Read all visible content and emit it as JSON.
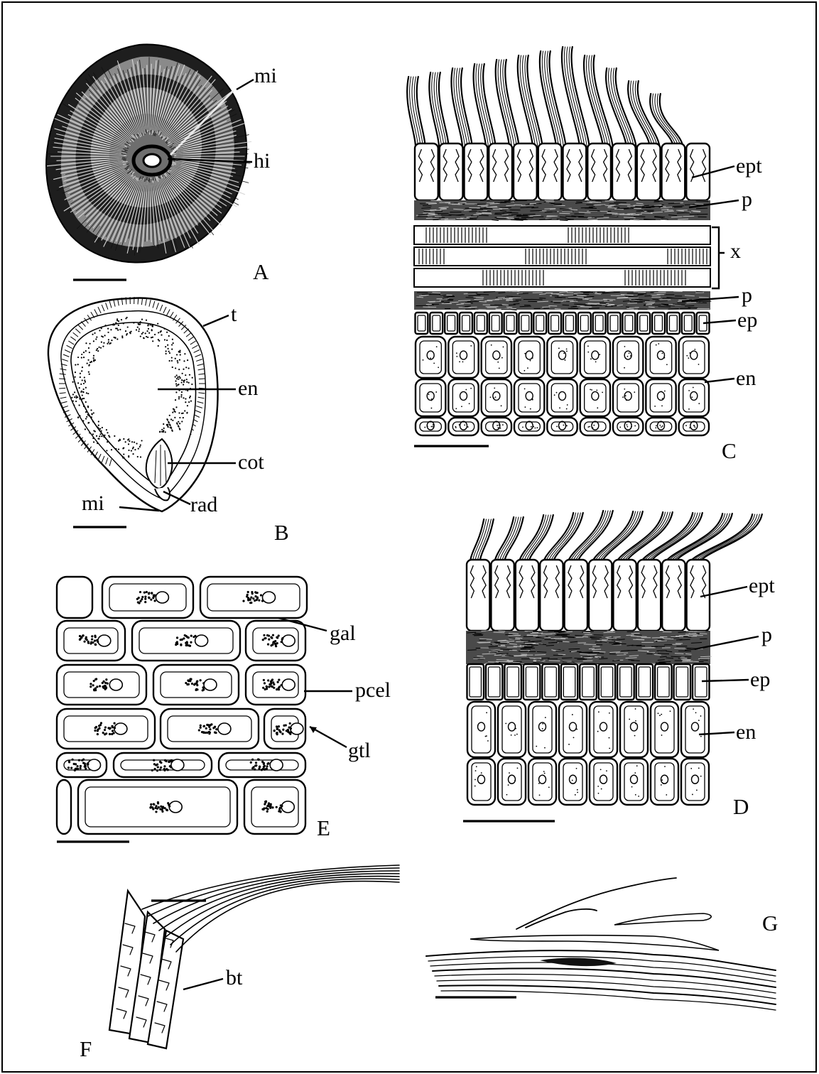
{
  "figure": {
    "panels": [
      {
        "letter": "A",
        "labels": [
          "mi",
          "hi"
        ]
      },
      {
        "letter": "B",
        "labels": [
          "t",
          "en",
          "cot",
          "mi",
          "rad"
        ]
      },
      {
        "letter": "C",
        "labels": [
          "ept",
          "p",
          "x",
          "p",
          "ep",
          "en"
        ]
      },
      {
        "letter": "D",
        "labels": [
          "ept",
          "p",
          "ep",
          "en"
        ]
      },
      {
        "letter": "E",
        "labels": [
          "gal",
          "pcel",
          "gtl"
        ]
      },
      {
        "letter": "F",
        "labels": [
          "bt"
        ]
      },
      {
        "letter": "G",
        "labels": []
      }
    ]
  },
  "style": {
    "ink": "#000000",
    "paper": "#ffffff",
    "seed_dark": "#1e1e1e",
    "seed_band": "#7a7a7a"
  }
}
